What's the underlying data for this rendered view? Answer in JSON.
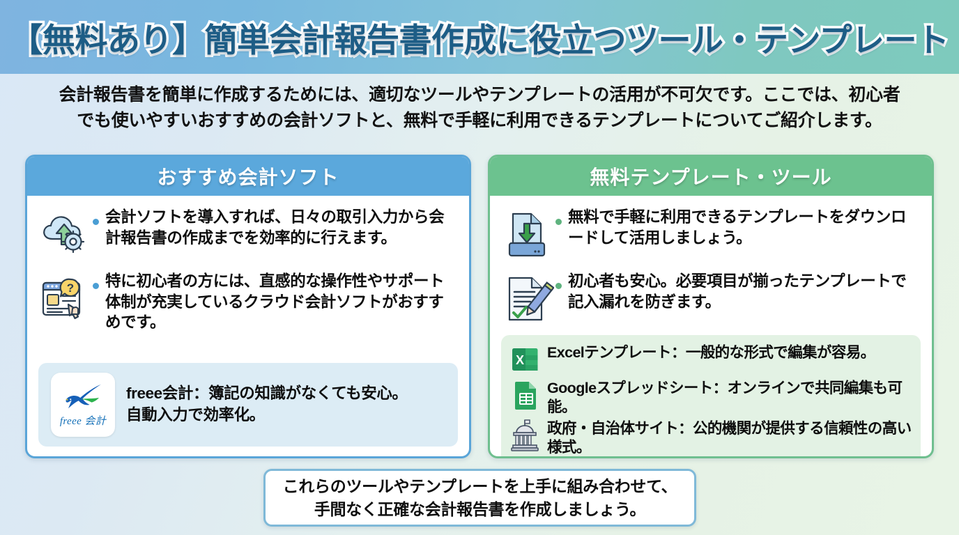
{
  "header": {
    "title": "【無料あり】簡単会計報告書作成に役立つツール・テンプレート",
    "title_color": "#1d5d86",
    "banner_gradient_from": "#7fb4e0",
    "banner_gradient_to": "#7ecabd"
  },
  "subtitle": {
    "line1": "会計報告書を簡単に作成するためには、適切なツールやテンプレートの活用が不可欠です。ここでは、初心者",
    "line2": "でも使いやすいおすすめの会計ソフトと、無料で手軽に利用できるテンプレートについてご紹介します。"
  },
  "left_card": {
    "header": "おすすめ会計ソフト",
    "accent_color": "#5ba8dc",
    "bullets": [
      {
        "icon": "cloud-upload-gear-icon",
        "text": "会計ソフトを導入すれば、日々の取引入力から会計報告書の作成までを効率的に行えます。"
      },
      {
        "icon": "browser-help-cursor-icon",
        "text": "特に初心者の方には、直感的な操作性やサポート体制が充実しているクラウド会計ソフトがおすすめです。"
      }
    ],
    "callout": {
      "logo_icon": "freee-bird-logo",
      "logo_wordmark": "freee 会計",
      "line1": "freee会計：簿記の知識がなくても安心。",
      "line2": "自動入力で効率化。",
      "background": "#dcecf5"
    }
  },
  "right_card": {
    "header": "無料テンプレート・ツール",
    "accent_color": "#6cc28f",
    "bullets": [
      {
        "icon": "document-download-icon",
        "text": "無料で手軽に利用できるテンプレートをダウンロードして活用しましょう。"
      },
      {
        "icon": "document-pencil-check-icon",
        "text": "初心者も安心。必要項目が揃ったテンプレートで記入漏れを防ぎます。"
      }
    ],
    "tools": [
      {
        "icon": "excel-icon",
        "text": "Excelテンプレート：一般的な形式で編集が容易。"
      },
      {
        "icon": "google-sheets-icon",
        "text": "Googleスプレッドシート：オンラインで共同編集も可能。"
      },
      {
        "icon": "government-building-icon",
        "text": "政府・自治体サイト：公的機関が提供する信頼性の高い様式。"
      }
    ],
    "tools_background": "#e3f2e4"
  },
  "footer": {
    "line1": "これらのツールやテンプレートを上手に組み合わせて、",
    "line2": "手間なく正確な会計報告書を作成しましょう。",
    "border_color": "#7fb9d8"
  }
}
